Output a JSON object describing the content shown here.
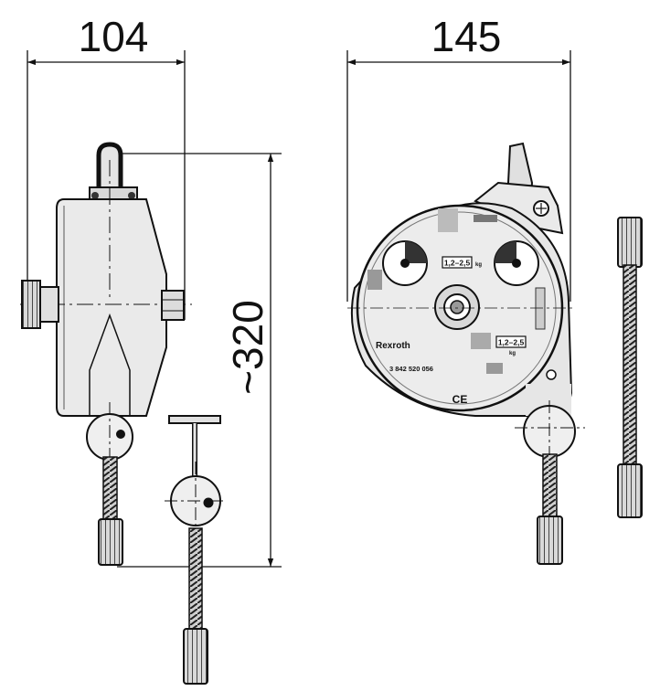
{
  "dimensions": {
    "side_width": "104",
    "front_width": "145",
    "height": "~320"
  },
  "labels": {
    "brand": "Rexroth",
    "part_number": "3 842 520 056",
    "load_range": "1,2–2,5",
    "load_unit": "kg",
    "ce_mark": "CE"
  },
  "colors": {
    "body_fill": "#eaeaea",
    "outline": "#111111"
  }
}
